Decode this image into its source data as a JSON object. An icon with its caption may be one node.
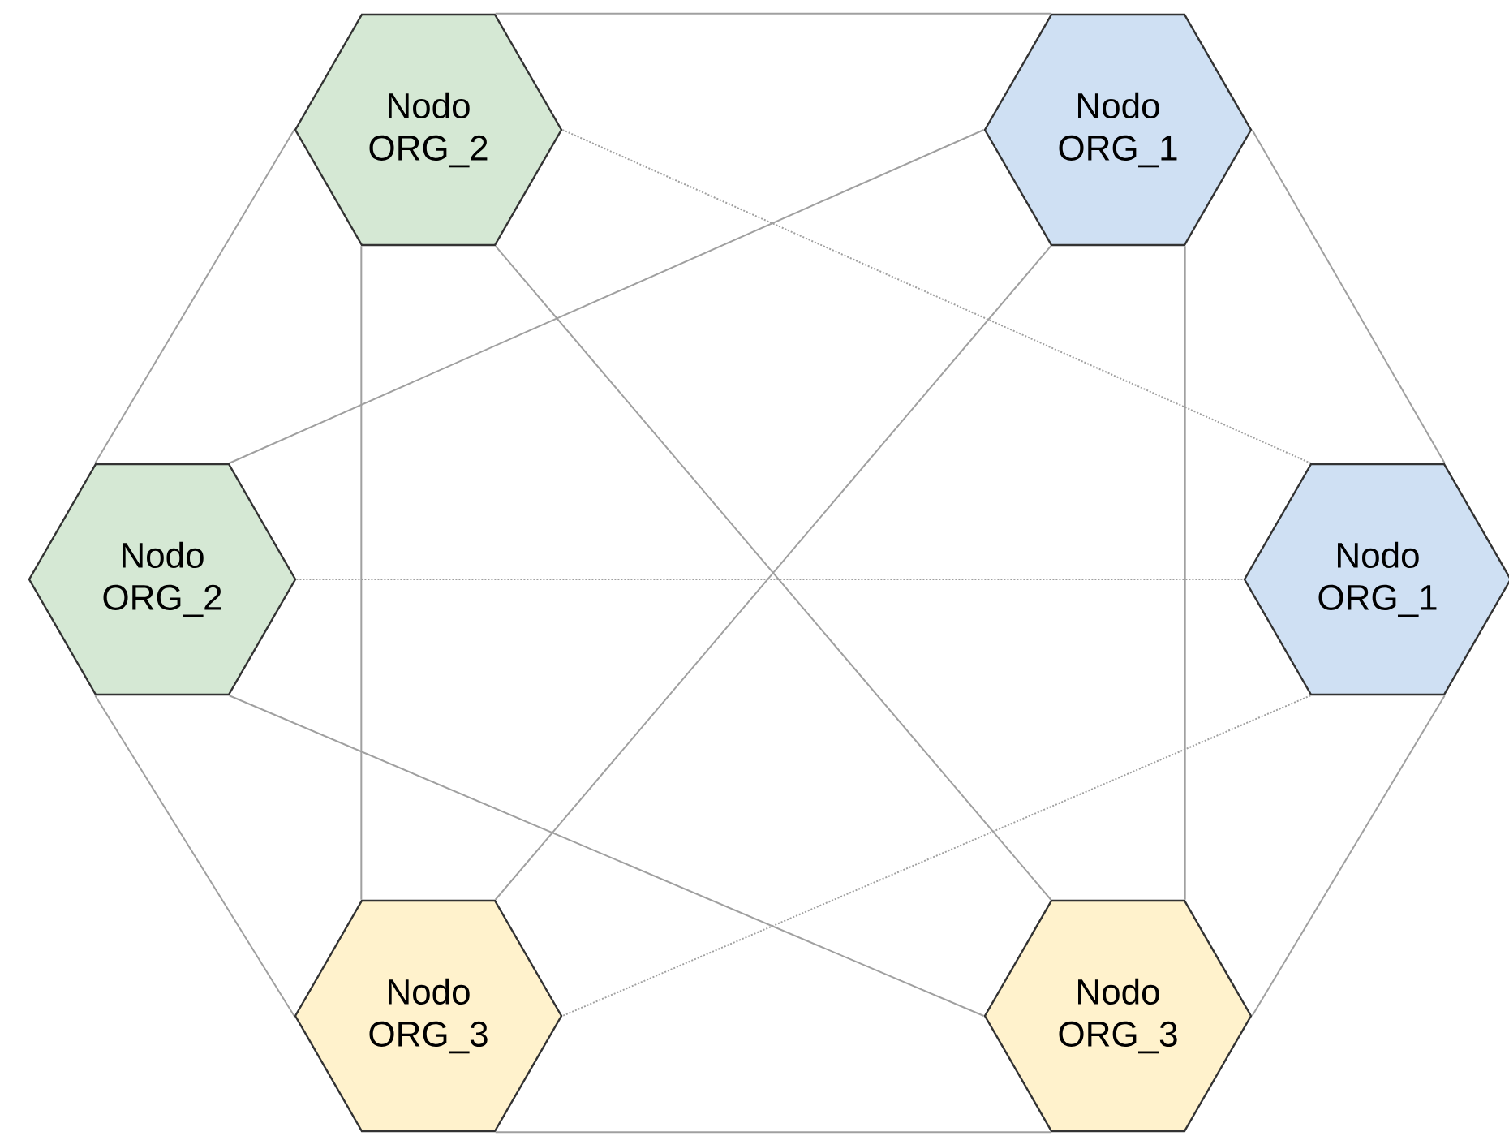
{
  "diagram": {
    "nodes": [
      {
        "text": [
          "Nodo ORG_2"
        ]
      },
      {
        "text": [
          "Nodo ORG_1"
        ]
      },
      {
        "text": [
          "Nodo ORG_2"
        ]
      },
      {
        "text": [
          "Nodo ORG_1"
        ]
      },
      {
        "text": [
          "Nodo ORG_3"
        ]
      },
      {
        "text": [
          "Nodo ORG_3"
        ]
      }
    ],
    "edges": [
      {
        "from": 0,
        "to": 1,
        "arrow": "none"
      },
      {
        "from": 0,
        "to": 2,
        "arrow": "none"
      },
      {
        "from": 0,
        "to": 3,
        "arrow": "none",
        "style": "dashed"
      },
      {
        "from": 0,
        "to": 4,
        "arrow": "none"
      },
      {
        "from": 0,
        "to": 5,
        "arrow": "none"
      },
      {
        "from": 1,
        "to": 2,
        "arrow": "none"
      },
      {
        "from": 1,
        "to": 3,
        "arrow": "none"
      },
      {
        "from": 1,
        "to": 4,
        "arrow": "none"
      },
      {
        "from": 1,
        "to": 5,
        "arrow": "none"
      },
      {
        "from": 2,
        "to": 3,
        "arrow": "none",
        "style": "dashed"
      },
      {
        "from": 2,
        "to": 4,
        "arrow": "none"
      },
      {
        "from": 2,
        "to": 5,
        "arrow": "none"
      },
      {
        "from": 3,
        "to": 4,
        "arrow": "none",
        "style": "dashed"
      },
      {
        "from": 3,
        "to": 5,
        "arrow": "none"
      },
      {
        "from": 4,
        "to": 5,
        "arrow": "none"
      }
    ]
  }
}
